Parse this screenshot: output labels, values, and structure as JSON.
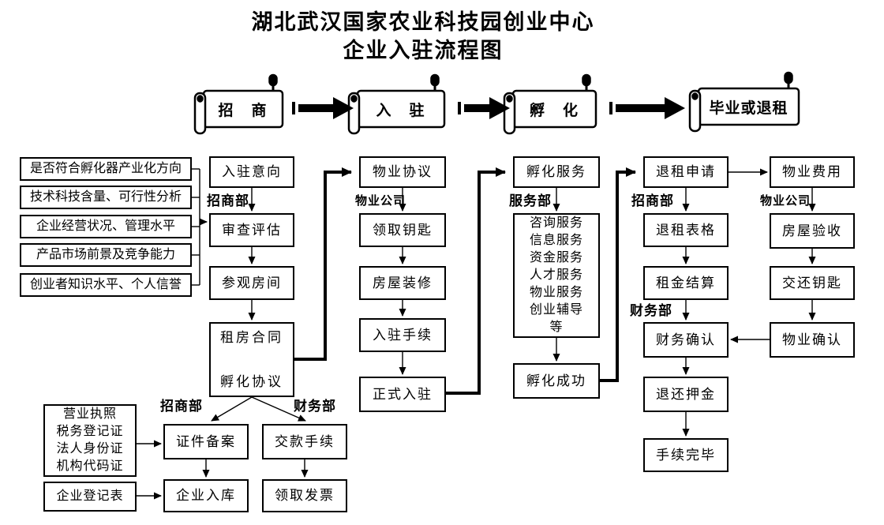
{
  "title": {
    "line1": "湖北武汉国家农业科技园创业中心",
    "line2": "企业入驻流程图"
  },
  "banners": {
    "b1": "招　商",
    "b2": "入　驻",
    "b3": "孵　化",
    "b4": "毕业或退租"
  },
  "criteria": [
    "是否符合孵化器产业化方向",
    "技术科技含量、可行性分析",
    "企业经营状况、管理水平",
    "产品市场前景及竞争能力",
    "创业者知识水平、个人信誉"
  ],
  "col_intent": {
    "dept": "招商部",
    "s1": "入驻意向",
    "s2": "审查评估",
    "s3": "参观房间",
    "s4": "租房合同\n\n孵化协议"
  },
  "col_entry": {
    "dept": "物业公司",
    "s1": "物业协议",
    "s2": "领取钥匙",
    "s3": "房屋装修",
    "s4": "入驻手续",
    "s5": "正式入驻"
  },
  "col_incubate": {
    "dept": "服务部",
    "s1": "孵化服务",
    "s2": "咨询服务\n信息服务\n资金服务\n人才服务\n物业服务\n创业辅导\n等",
    "s3": "孵化成功"
  },
  "col_exit": {
    "dept1": "招商部",
    "dept2": "财务部",
    "s1": "退租申请",
    "s2": "退租表格",
    "s3": "租金结算",
    "s4": "财务确认",
    "s5": "退还押金",
    "s6": "手续完毕"
  },
  "col_property": {
    "dept": "物业公司",
    "s1": "物业费用",
    "s2": "房屋验收",
    "s3": "交还钥匙",
    "s4": "物业确认"
  },
  "registration": {
    "dept1": "招商部",
    "dept2": "财务部",
    "docs": "营业执照\n税务登记证\n法人身份证\n机构代码证",
    "form": "企业登记表",
    "s1": "证件备案",
    "s2": "企业入库",
    "s3": "交款手续",
    "s4": "领取发票"
  },
  "colors": {
    "line": "#000000",
    "background": "#ffffff"
  }
}
